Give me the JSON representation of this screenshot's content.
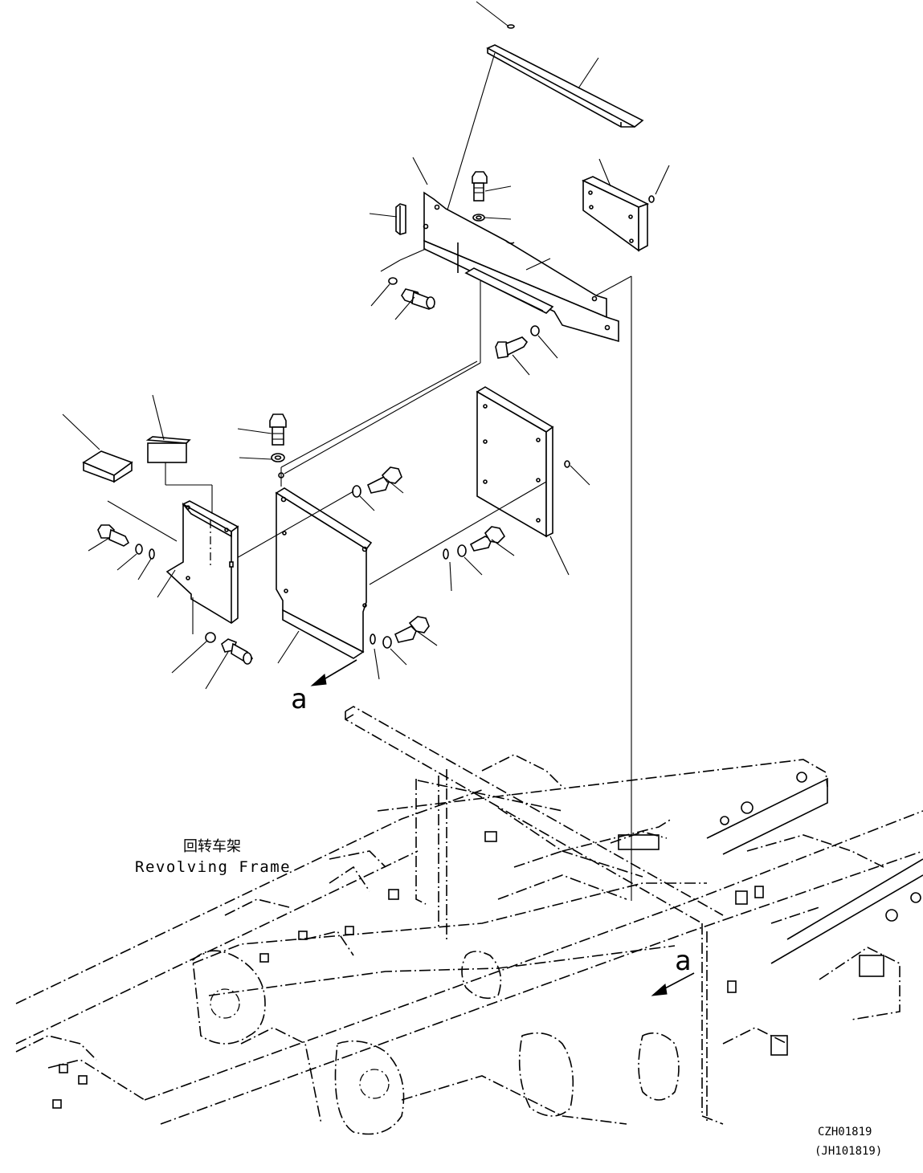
{
  "diagram": {
    "frame_label_cn": "回转车架",
    "frame_label_en": "Revolving Frame",
    "view_marker_upper": "a",
    "view_marker_lower": "a",
    "drawing_no": "CZH01819",
    "drawing_no_alt": "(JH101819)"
  }
}
